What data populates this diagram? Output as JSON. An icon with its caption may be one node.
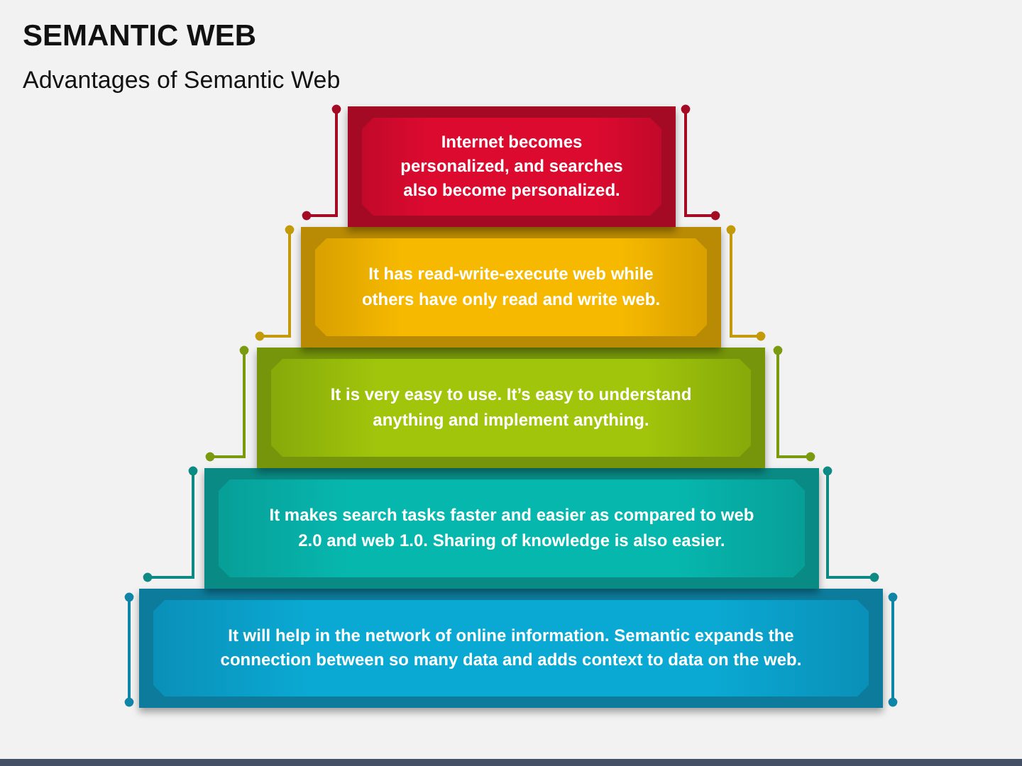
{
  "diagram": {
    "title": "SEMANTIC WEB",
    "nodes": [
      {
        "text": [
          "Internet becomes personalized, and searches also become personalized."
        ]
      },
      {
        "text": [
          "It has read-write-execute web while others have only read and write web."
        ]
      },
      {
        "text": [
          "It is very easy to use. It’s easy to understand anything and implement anything."
        ]
      },
      {
        "text": [
          "It makes search tasks faster and easier as compared to web 2.0 and web 1.0. Sharing of knowledge is also easier."
        ]
      },
      {
        "text": [
          "It will help in the network of online information. Semantic expands the connection between so many data and adds context to data on the web."
        ]
      }
    ],
    "labels": [
      "Advantages of Semantic Web"
    ]
  }
}
